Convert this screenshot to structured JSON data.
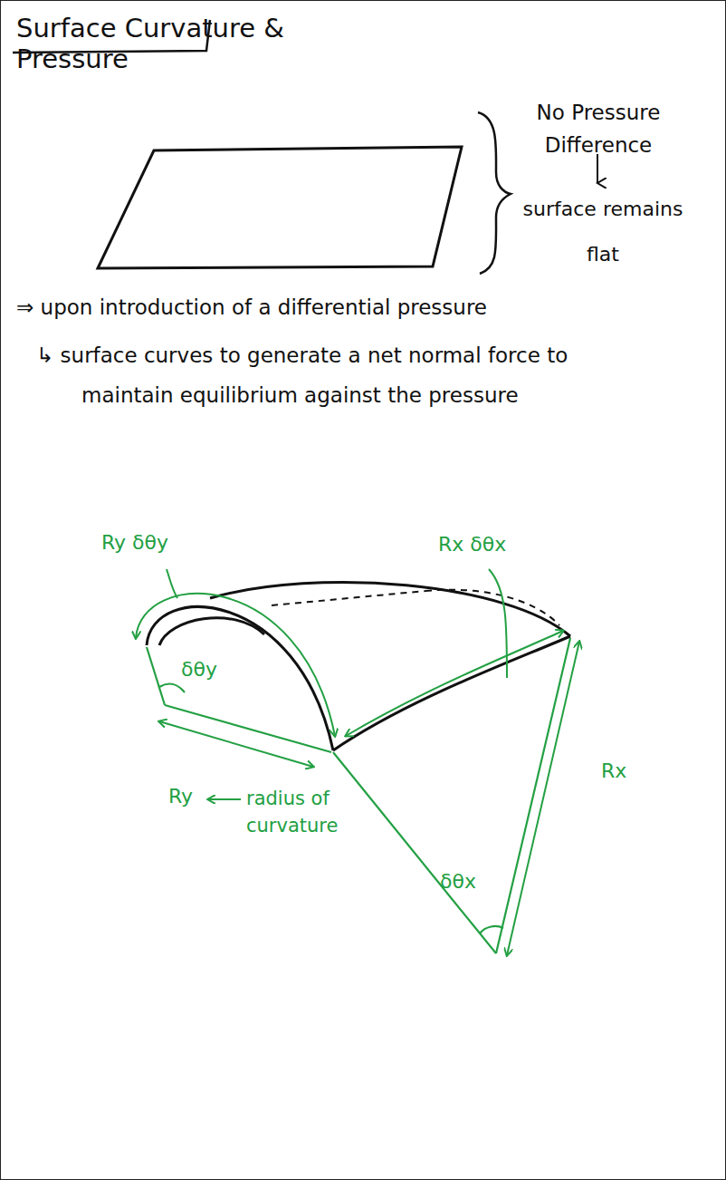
{
  "diagram": {
    "title": "Surface Curvature & Pressure",
    "labels": [
      "No Pressure Difference",
      "surface remains flat",
      "⇒ upon introduction of a differential pressure",
      "↳ surface curves to generate a net normal force to maintain equilibrium against the pressure",
      "Ry δθy",
      "Rx δθx",
      "δθy",
      "Ry",
      "radius of curvature",
      "δθx",
      "Rx"
    ]
  }
}
